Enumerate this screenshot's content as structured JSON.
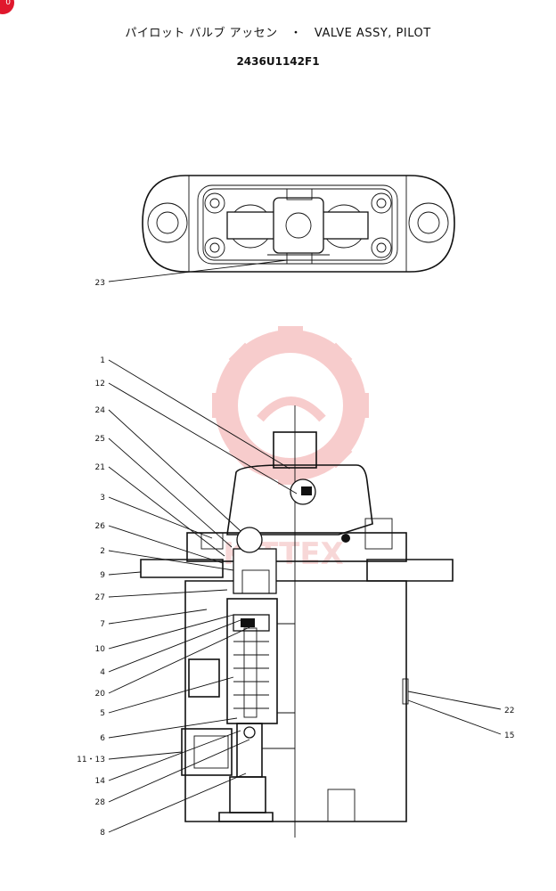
{
  "header": {
    "title_jp": "パイロット バルブ アッセン",
    "separator": "・",
    "title_en": "VALVE ASSY, PILOT",
    "part_number": "2436U1142F1"
  },
  "corner_badge": "0",
  "watermark_text": "KITTEX",
  "callouts": {
    "c23": "23",
    "c1": "1",
    "c12": "12",
    "c24": "24",
    "c25": "25",
    "c21": "21",
    "c3": "3",
    "c26": "26",
    "c2": "2",
    "c9": "9",
    "c27": "27",
    "c7": "7",
    "c10": "10",
    "c4": "4",
    "c20": "20",
    "c5": "5",
    "c6": "6",
    "c11_13": "11・13",
    "c14": "14",
    "c28": "28",
    "c8": "8",
    "c22": "22",
    "c15": "15"
  },
  "colors": {
    "line": "#111111",
    "watermark": "#f2a4a4",
    "badge": "#e0182d"
  }
}
